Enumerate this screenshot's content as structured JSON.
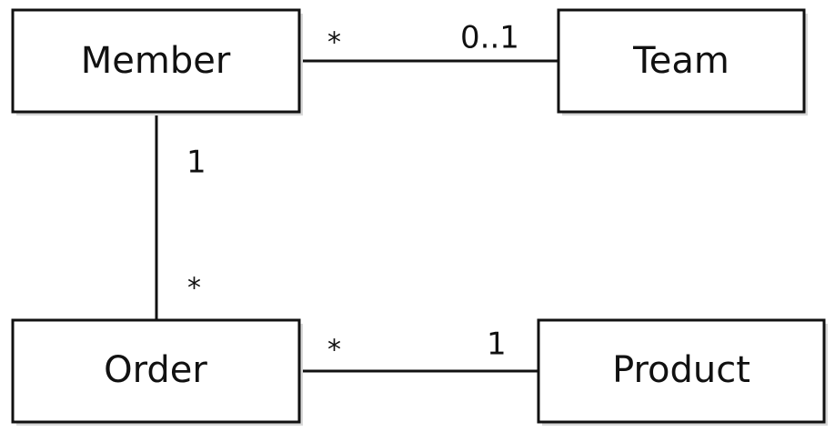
{
  "entities": {
    "member": "Member",
    "team": "Team",
    "order": "Order",
    "product": "Product"
  },
  "associations": {
    "member_team": {
      "member_multiplicity": "*",
      "team_multiplicity": "0..1"
    },
    "member_order": {
      "member_multiplicity": "1",
      "order_multiplicity": "*"
    },
    "order_product": {
      "order_multiplicity": "*",
      "product_multiplicity": "1"
    }
  }
}
